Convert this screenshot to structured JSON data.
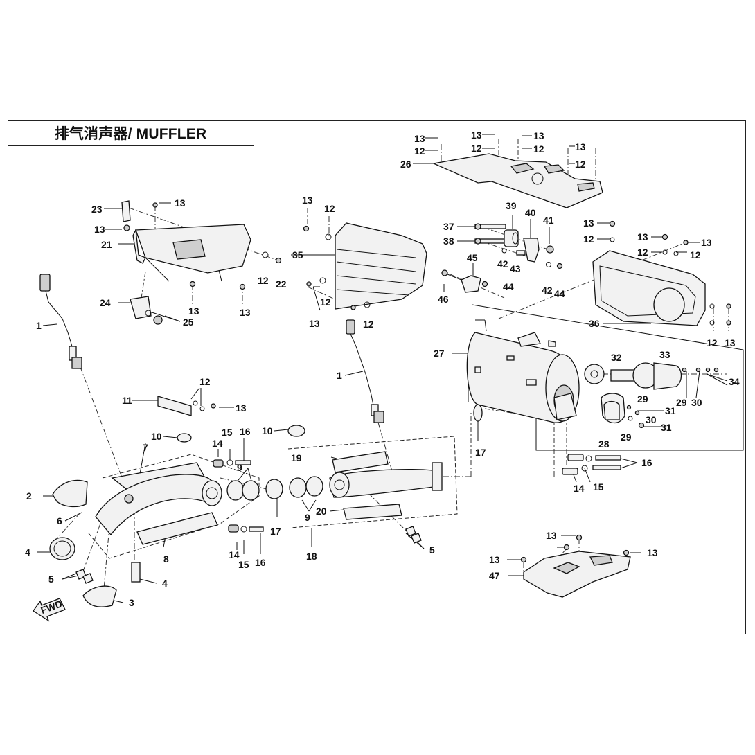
{
  "title": "排气消声器/ MUFFLER",
  "fwd_label": "FWD",
  "callouts": [
    {
      "id": "c13a",
      "text": "13"
    },
    {
      "id": "c12a",
      "text": "12"
    },
    {
      "id": "c13b",
      "text": "13"
    },
    {
      "id": "c12b",
      "text": "12"
    },
    {
      "id": "c13c",
      "text": "13"
    },
    {
      "id": "c12c",
      "text": "12"
    },
    {
      "id": "c13d",
      "text": "13"
    },
    {
      "id": "c12d",
      "text": "12"
    },
    {
      "id": "c26",
      "text": "26"
    },
    {
      "id": "c23",
      "text": "23"
    },
    {
      "id": "c13e",
      "text": "13"
    },
    {
      "id": "c13f",
      "text": "13"
    },
    {
      "id": "c21",
      "text": "21"
    },
    {
      "id": "c12e",
      "text": "12"
    },
    {
      "id": "c22",
      "text": "22"
    },
    {
      "id": "c24",
      "text": "24"
    },
    {
      "id": "c13g",
      "text": "13"
    },
    {
      "id": "c25",
      "text": "25"
    },
    {
      "id": "c13h",
      "text": "13"
    },
    {
      "id": "c13i",
      "text": "13"
    },
    {
      "id": "c12f",
      "text": "12"
    },
    {
      "id": "c35",
      "text": "35"
    },
    {
      "id": "c12g",
      "text": "12"
    },
    {
      "id": "c13j",
      "text": "13"
    },
    {
      "id": "c12h",
      "text": "12"
    },
    {
      "id": "c39",
      "text": "39"
    },
    {
      "id": "c40",
      "text": "40"
    },
    {
      "id": "c41",
      "text": "41"
    },
    {
      "id": "c37",
      "text": "37"
    },
    {
      "id": "c38",
      "text": "38"
    },
    {
      "id": "c42a",
      "text": "42"
    },
    {
      "id": "c43",
      "text": "43"
    },
    {
      "id": "c42b",
      "text": "42"
    },
    {
      "id": "c44a",
      "text": "44"
    },
    {
      "id": "c44b",
      "text": "44"
    },
    {
      "id": "c45",
      "text": "45"
    },
    {
      "id": "c46",
      "text": "46"
    },
    {
      "id": "c13k",
      "text": "13"
    },
    {
      "id": "c12i",
      "text": "12"
    },
    {
      "id": "c13l",
      "text": "13"
    },
    {
      "id": "c12j",
      "text": "12"
    },
    {
      "id": "c13m",
      "text": "13"
    },
    {
      "id": "c12k",
      "text": "12"
    },
    {
      "id": "c36",
      "text": "36"
    },
    {
      "id": "c12l",
      "text": "12"
    },
    {
      "id": "c13n",
      "text": "13"
    },
    {
      "id": "c1a",
      "text": "1"
    },
    {
      "id": "c1b",
      "text": "1"
    },
    {
      "id": "c27",
      "text": "27"
    },
    {
      "id": "c32",
      "text": "32"
    },
    {
      "id": "c33",
      "text": "33"
    },
    {
      "id": "c34",
      "text": "34"
    },
    {
      "id": "c29a",
      "text": "29"
    },
    {
      "id": "c30a",
      "text": "30"
    },
    {
      "id": "c29b",
      "text": "29"
    },
    {
      "id": "c31a",
      "text": "31"
    },
    {
      "id": "c30b",
      "text": "30"
    },
    {
      "id": "c29c",
      "text": "29"
    },
    {
      "id": "c31b",
      "text": "31"
    },
    {
      "id": "c28",
      "text": "28"
    },
    {
      "id": "c11",
      "text": "11"
    },
    {
      "id": "c12m",
      "text": "12"
    },
    {
      "id": "c13o",
      "text": "13"
    },
    {
      "id": "c10a",
      "text": "10"
    },
    {
      "id": "c7",
      "text": "7"
    },
    {
      "id": "c14a",
      "text": "14"
    },
    {
      "id": "c15a",
      "text": "15"
    },
    {
      "id": "c16a",
      "text": "16"
    },
    {
      "id": "c9a",
      "text": "9"
    },
    {
      "id": "c10b",
      "text": "10"
    },
    {
      "id": "c19",
      "text": "19"
    },
    {
      "id": "c17a",
      "text": "17"
    },
    {
      "id": "c16b",
      "text": "16"
    },
    {
      "id": "c15b",
      "text": "15"
    },
    {
      "id": "c14b",
      "text": "14"
    },
    {
      "id": "c2",
      "text": "2"
    },
    {
      "id": "c6",
      "text": "6"
    },
    {
      "id": "c9b",
      "text": "9"
    },
    {
      "id": "c20",
      "text": "20"
    },
    {
      "id": "c17b",
      "text": "17"
    },
    {
      "id": "c18",
      "text": "18"
    },
    {
      "id": "c5a",
      "text": "5"
    },
    {
      "id": "c4a",
      "text": "4"
    },
    {
      "id": "c8",
      "text": "8"
    },
    {
      "id": "c14c",
      "text": "14"
    },
    {
      "id": "c15c",
      "text": "15"
    },
    {
      "id": "c16c",
      "text": "16"
    },
    {
      "id": "c5b",
      "text": "5"
    },
    {
      "id": "c4b",
      "text": "4"
    },
    {
      "id": "c3",
      "text": "3"
    },
    {
      "id": "c13p",
      "text": "13"
    },
    {
      "id": "c13q",
      "text": "13"
    },
    {
      "id": "c13r",
      "text": "13"
    },
    {
      "id": "c47",
      "text": "47"
    }
  ]
}
